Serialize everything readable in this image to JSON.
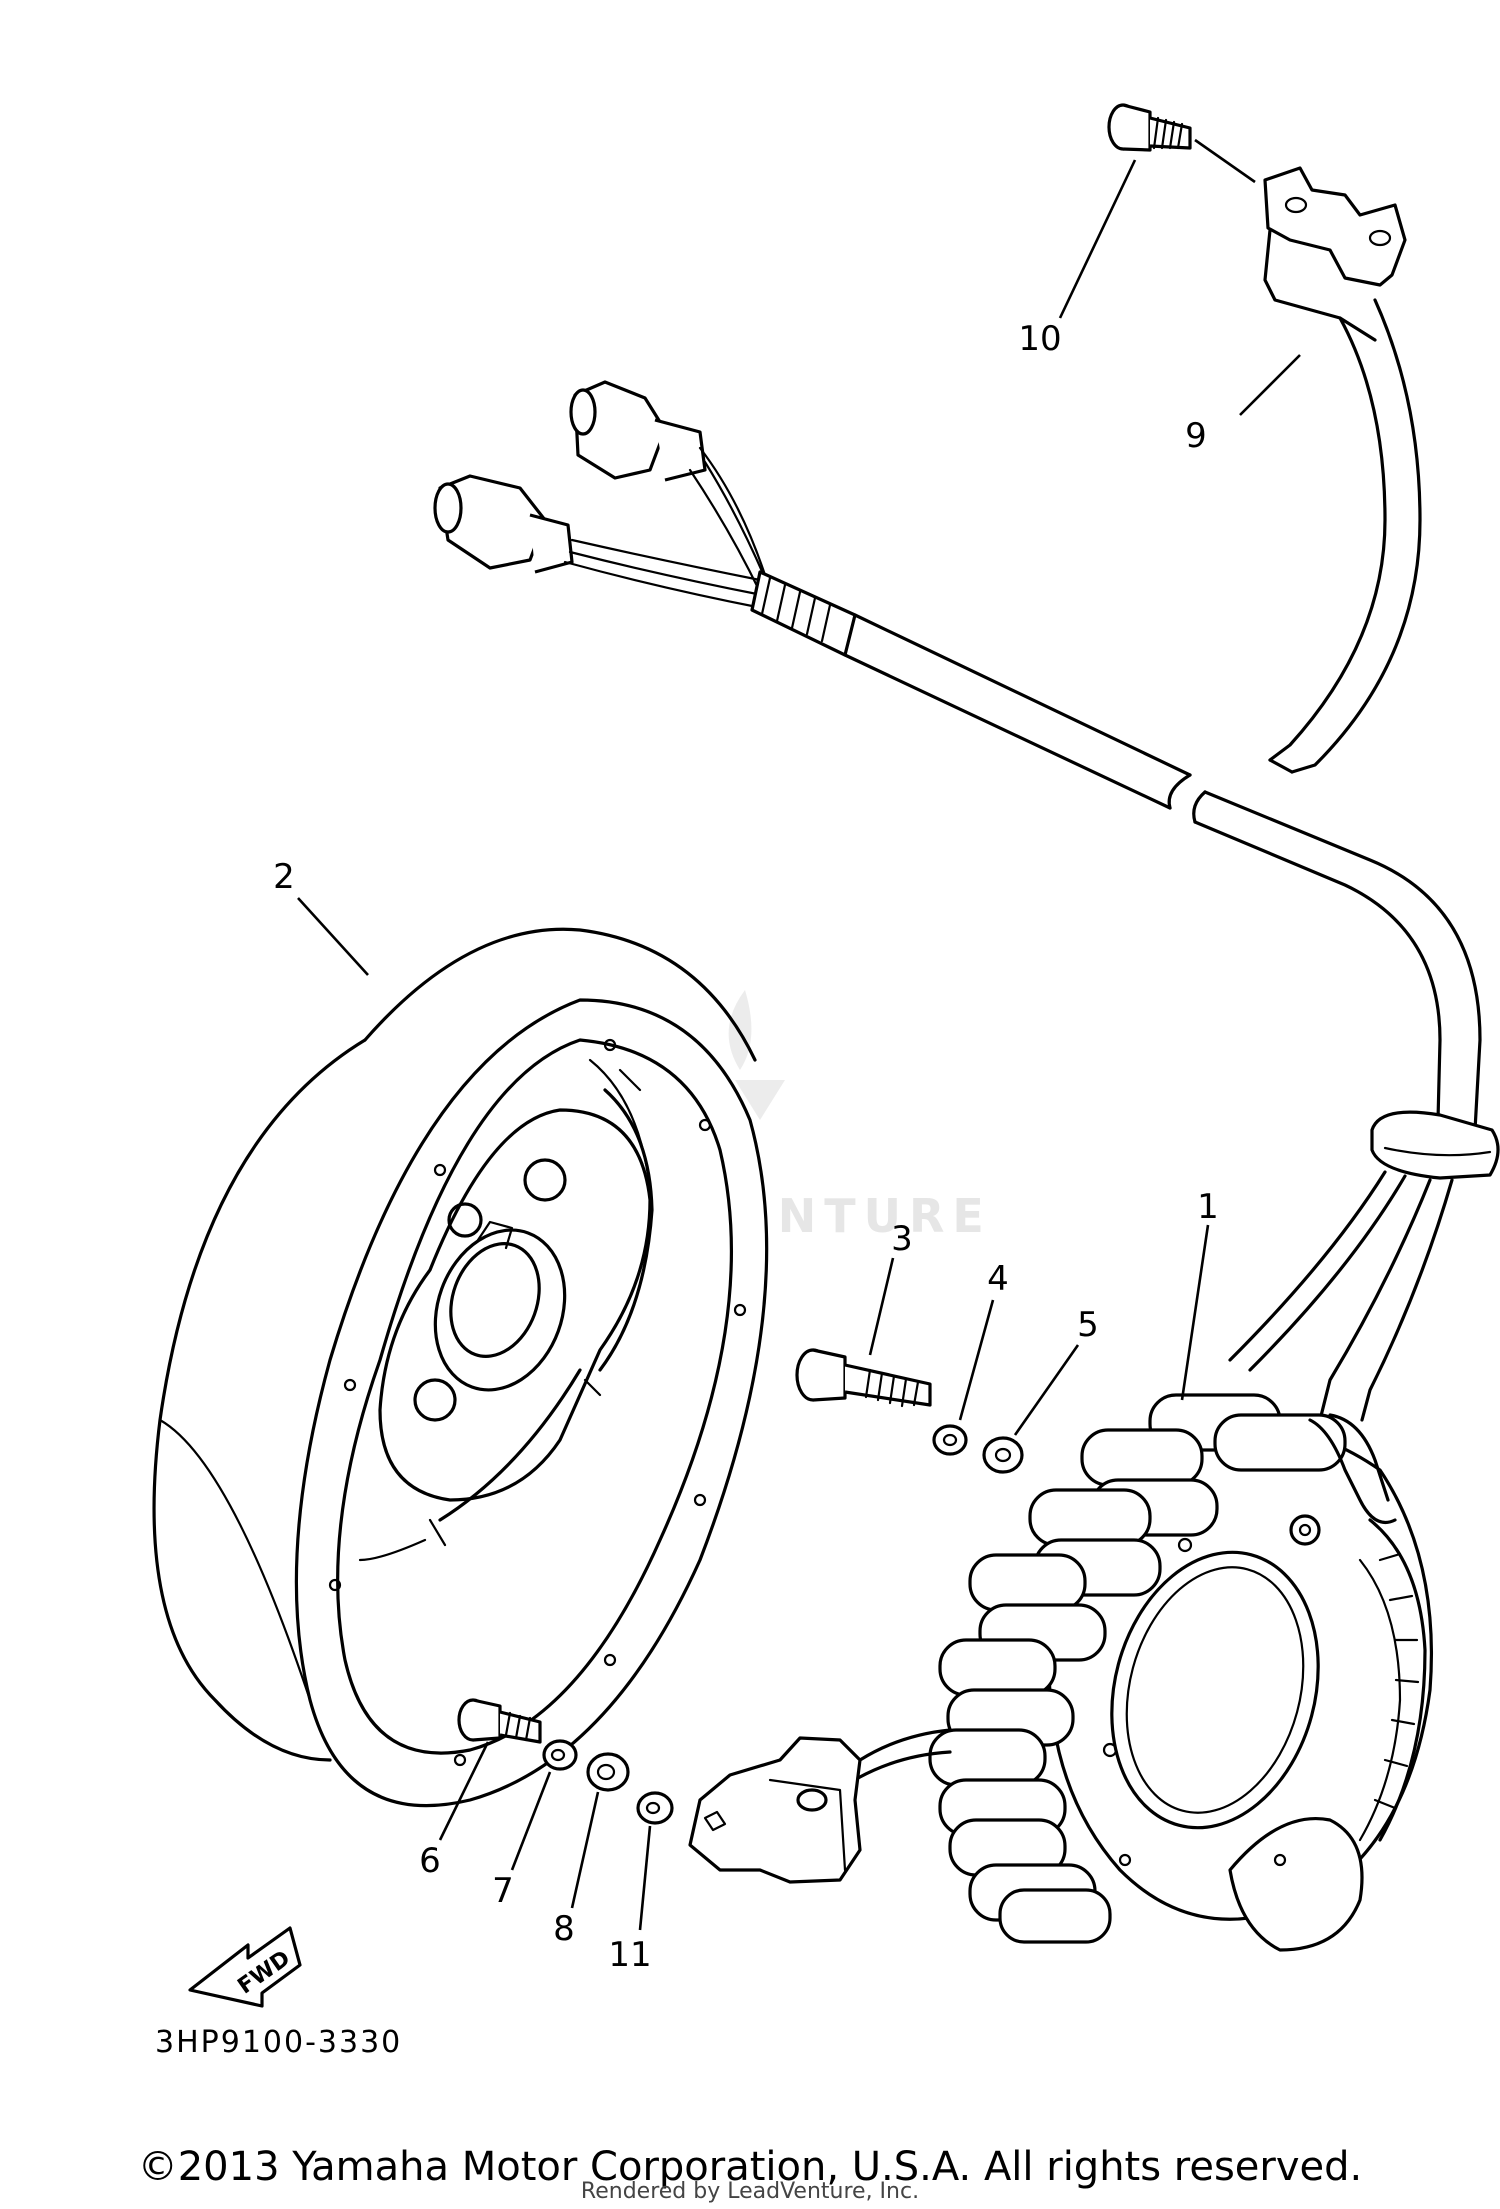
{
  "diagram": {
    "part_callouts": [
      "1",
      "2",
      "3",
      "4",
      "5",
      "6",
      "7",
      "8",
      "9",
      "10",
      "11"
    ],
    "fwd_label": "FWD",
    "diagram_code": "3HP9100-3330",
    "watermark_text": "LEADVENTURE",
    "copyright": "©2013 Yamaha Motor Corporation, U.S.A. All rights reserved.",
    "rendered_by": "Rendered by LeadVenture, Inc."
  }
}
